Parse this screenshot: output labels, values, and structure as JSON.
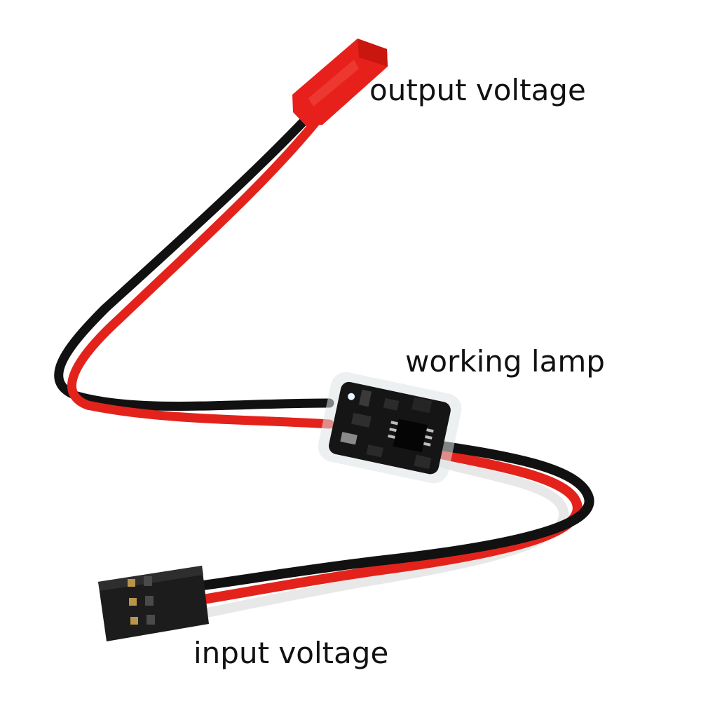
{
  "labels": {
    "output_voltage": "output voltage",
    "working_lamp": "working lamp",
    "input_voltage": "input voltage"
  },
  "colors": {
    "wire_red": "#e3231b",
    "wire_black": "#111111",
    "wire_white": "#f2f2f2",
    "connector_red": "#e8201c",
    "servo_connector": "#1c1c1c",
    "pcb": "#151515",
    "background": "#ffffff"
  },
  "icons": {
    "output_connector": "jst-red-connector",
    "input_connector": "servo-3pin-connector",
    "module": "voltage-regulator-module"
  }
}
